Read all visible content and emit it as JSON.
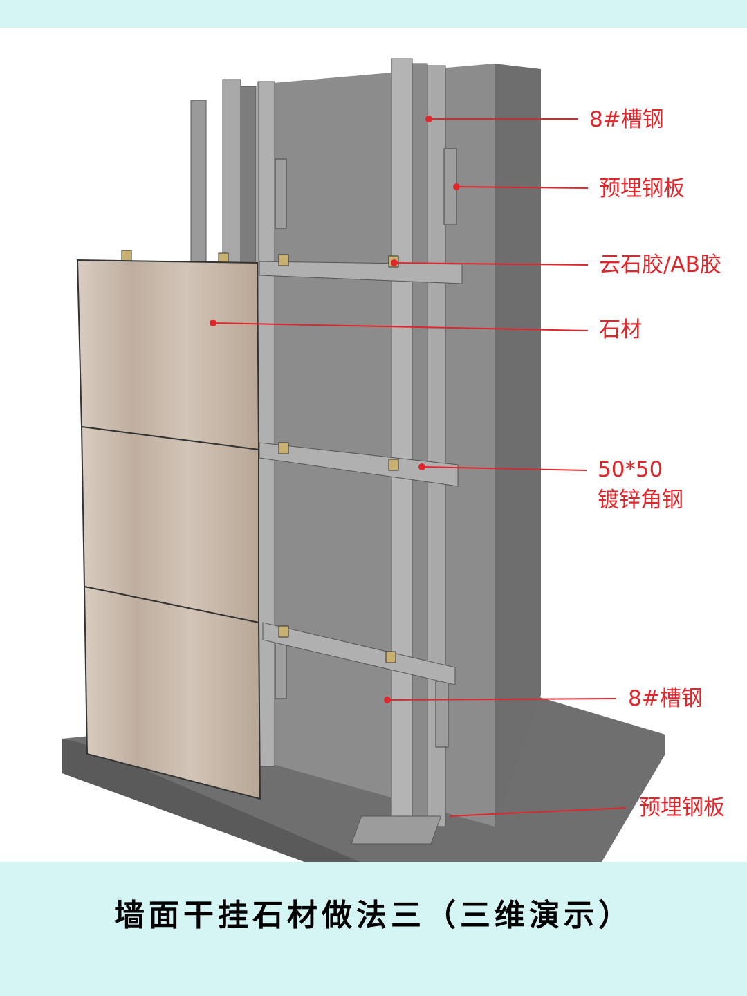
{
  "labels": {
    "channel_top": "8#槽钢",
    "embedded_plate_top": "预埋钢板",
    "glue": "云石胶/AB胶",
    "stone": "石材",
    "angle_size": "50*50",
    "angle_name": "镀锌角钢",
    "channel_bottom": "8#槽钢",
    "embedded_plate_bottom": "预埋钢板"
  },
  "caption": "墙面干挂石材做法三（三维演示）",
  "colors": {
    "label": "#e0262b",
    "background": "#d5f5f5",
    "wall": "#8a8a8a",
    "stone": "#c9b9ab"
  }
}
